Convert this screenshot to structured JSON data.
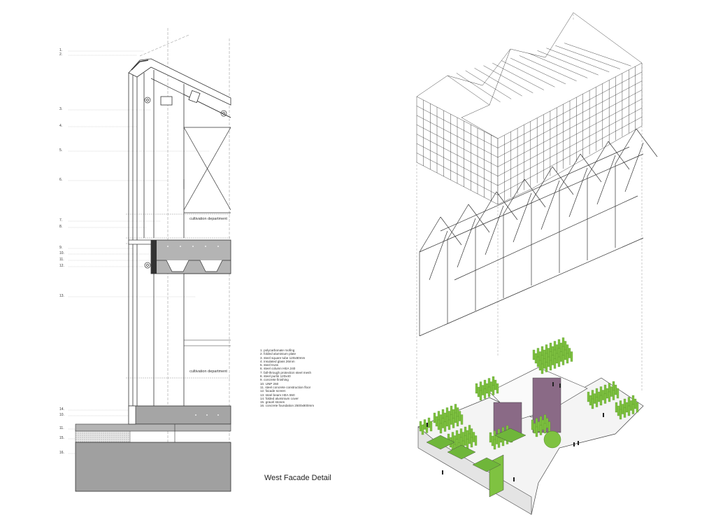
{
  "title": "West Facade Detail",
  "departments": [
    "cultivation department",
    "cultivation department"
  ],
  "callouts": [
    "1.",
    "2.",
    "3.",
    "4.",
    "5.",
    "6.",
    "7.",
    "8.",
    "9.",
    "10.",
    "11.",
    "12.",
    "13.",
    "14.",
    "10.",
    "11.",
    "15.",
    "16."
  ],
  "legend": [
    "1.  polycarbonate roofing",
    "2.  folded aluminium plate",
    "3.  steel square tube 120x80mm",
    "4.  insulated glass 26mm",
    "5.  steel truss",
    "6.  steel column HEA 240",
    "7.  fall-through protection steel mesh",
    "8.  steel purlin 120x40",
    "9.    concrete finishing",
    "10.  UNP 260",
    "11.  steel concrete construction floor",
    "12.  facade screen",
    "13.  steel beam HEA 550",
    "14.  folded aluminium cover",
    "15.  gravel stones",
    "16.  concrete foundation 2500x800mm"
  ],
  "colors": {
    "line": "#3a3a3a",
    "concrete": "#b9b9b9",
    "plant_green": "#7fc241",
    "facade_purple": "#8a6a86"
  }
}
